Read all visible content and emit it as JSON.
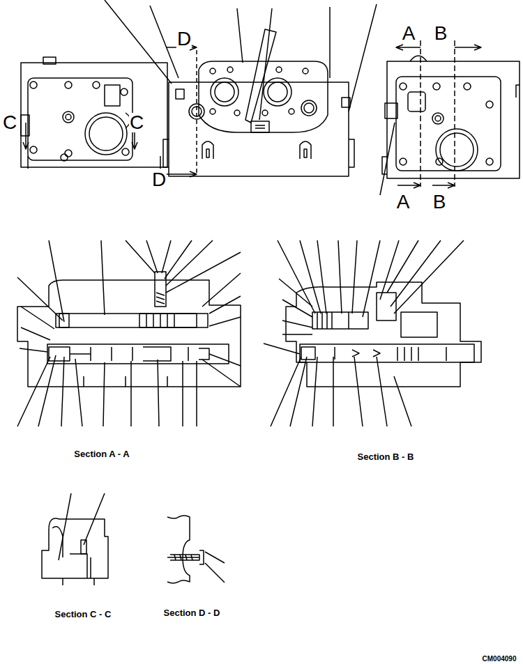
{
  "diagram": {
    "labels": [
      "D",
      "A",
      "B",
      "C",
      "C",
      "D",
      "A",
      "B",
      "Section A - A",
      "Section B - B",
      "Section C - C",
      "Section D - D",
      "CM004090"
    ]
  }
}
